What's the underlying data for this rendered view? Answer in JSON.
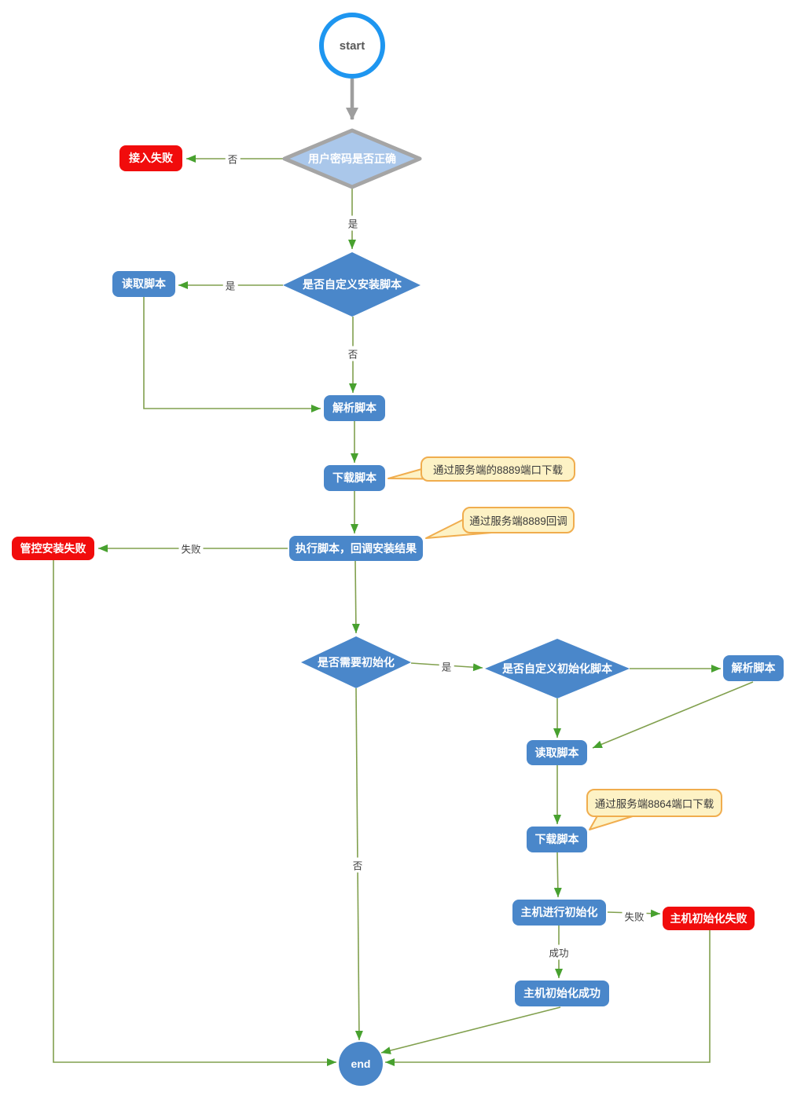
{
  "diagram": {
    "start_label": "start",
    "end_label": "end",
    "nodes": {
      "password_check": "用户密码是否正确",
      "access_fail": "接入失败",
      "custom_install_check": "是否自定义安装脚本",
      "read_script_1": "读取脚本",
      "parse_script_1": "解析脚本",
      "download_script_1": "下载脚本",
      "exec_script": "执行脚本，回调安装结果",
      "manage_install_fail": "管控安装失败",
      "need_init_check": "是否需要初始化",
      "custom_init_check": "是否自定义初始化脚本",
      "parse_script_2": "解析脚本",
      "read_script_2": "读取脚本",
      "download_script_2": "下载脚本",
      "host_init": "主机进行初始化",
      "host_init_fail": "主机初始化失败",
      "host_init_success": "主机初始化成功"
    },
    "edge_labels": {
      "no_1": "否",
      "yes_1": "是",
      "yes_2": "是",
      "no_2": "否",
      "fail_1": "失败",
      "yes_3": "是",
      "no_3": "否",
      "fail_2": "失败",
      "success_1": "成功"
    },
    "callouts": {
      "download_port_8889": "通过服务端的8889端口下载",
      "callback_8889": "通过服务端8889回调",
      "download_port_8864": "通过服务端8864端口下载"
    },
    "colors": {
      "process_blue": "#4a87ca",
      "start_ring_blue": "#1e96f0",
      "end_fill_blue": "#4a86c8",
      "failure_red": "#f10c0c",
      "decision_light_fill": "#aac7ea",
      "decision_gray_border": "#a5a5a5",
      "callout_fill": "#fdf2c5",
      "callout_border": "#f0ad4e",
      "connector_green": "#81a04e",
      "arrowhead_green": "#48a12f",
      "start_arrow_gray": "#9e9e9e"
    }
  }
}
